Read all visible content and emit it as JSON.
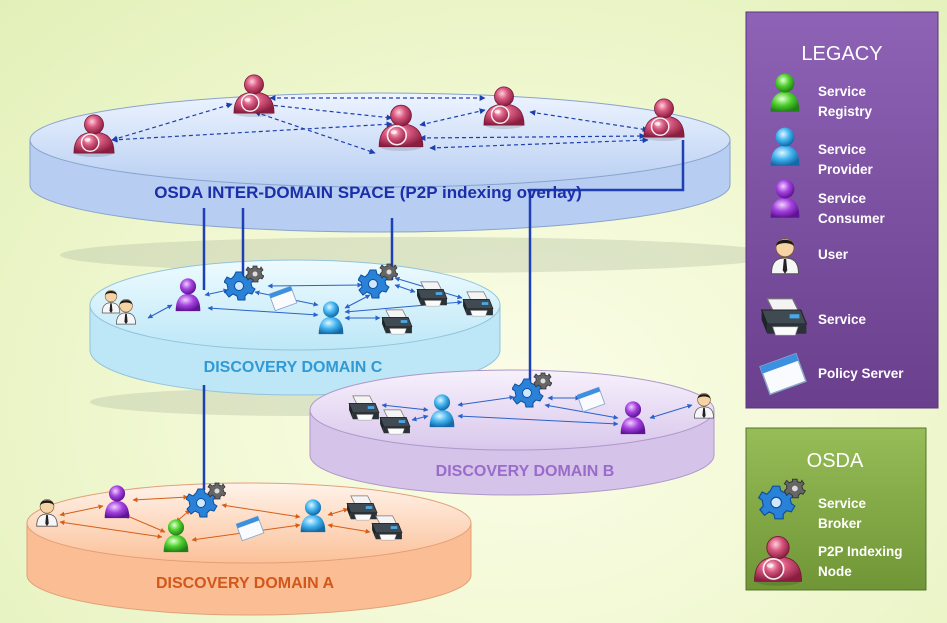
{
  "diagram": {
    "inter_domain_label": "OSDA INTER-DOMAIN SPACE (P2P indexing overlay)",
    "domain_c_label": "DISCOVERY DOMAIN C",
    "domain_b_label": "DISCOVERY DOMAIN B",
    "domain_a_label": "DISCOVERY DOMAIN A"
  },
  "legend_legacy": {
    "title": "LEGACY",
    "items": [
      {
        "icon": "service-registry-icon",
        "lines": [
          "Service",
          "Registry"
        ]
      },
      {
        "icon": "service-provider-icon",
        "lines": [
          "Service",
          "Provider"
        ]
      },
      {
        "icon": "service-consumer-icon",
        "lines": [
          "Service",
          "Consumer"
        ]
      },
      {
        "icon": "user-icon",
        "lines": [
          "User"
        ]
      },
      {
        "icon": "printer-icon",
        "lines": [
          "Service"
        ]
      },
      {
        "icon": "policy-server-icon",
        "lines": [
          "Policy Server"
        ]
      }
    ]
  },
  "legend_osda": {
    "title": "OSDA",
    "items": [
      {
        "icon": "gear-icon",
        "lines": [
          "Service",
          "Broker"
        ]
      },
      {
        "icon": "p2p-node-icon",
        "lines": [
          "P2P Indexing",
          "Node"
        ]
      }
    ]
  },
  "colors": {
    "background": "#eef7cf",
    "legacy_panel": "#7b4f9e",
    "osda_panel": "#86ad48",
    "inter_domain_disk": "#bcd4f4",
    "domain_c_disk": "#bfe9f8",
    "domain_b_disk": "#dccbed",
    "domain_a_disk": "#fbbf95",
    "vertical_link": "#1f3fb5"
  }
}
